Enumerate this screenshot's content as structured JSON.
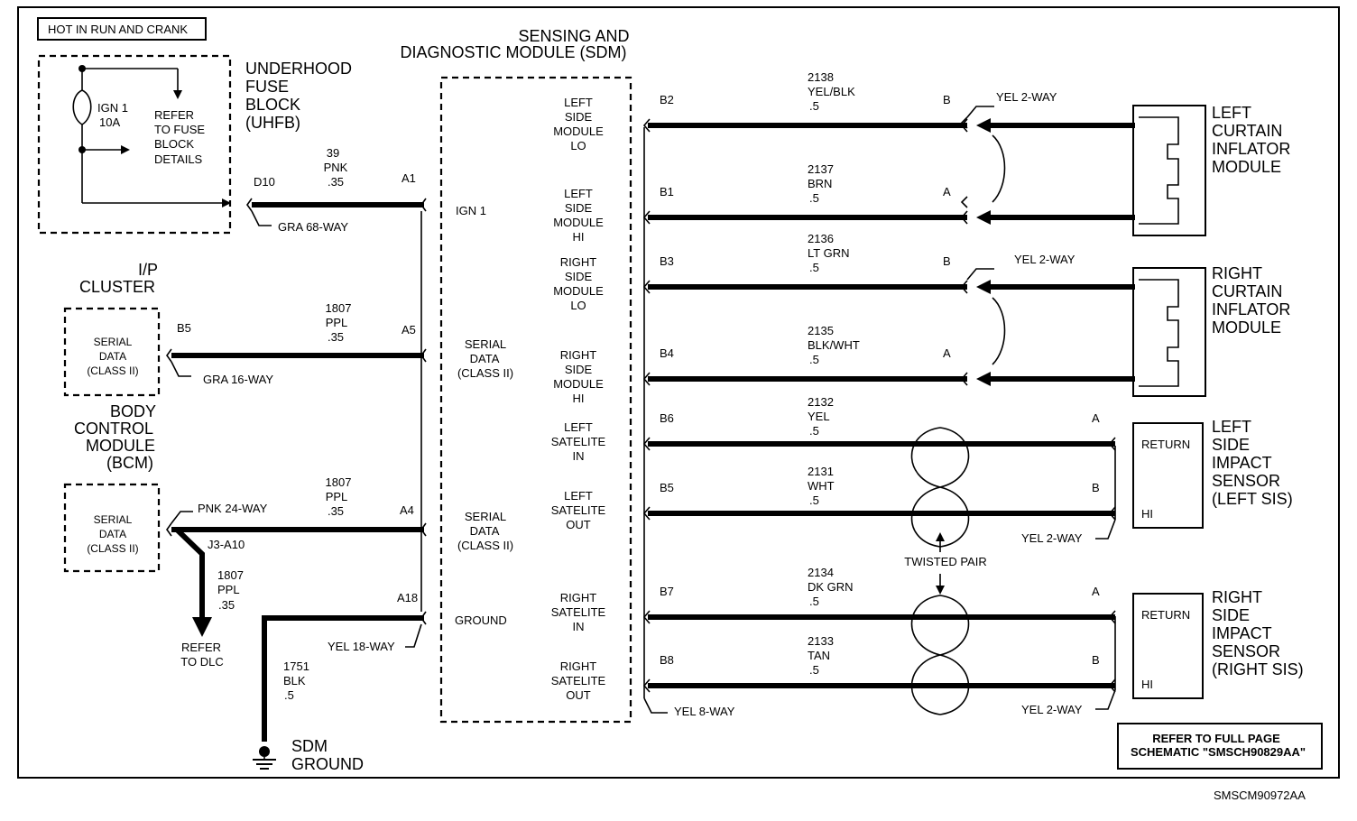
{
  "header": {
    "hot_label": "HOT IN RUN AND CRANK"
  },
  "uhfb": {
    "title": [
      "UNDERHOOD",
      "FUSE",
      "BLOCK",
      "(UHFB)"
    ],
    "fuse_label": [
      "IGN 1",
      "10A"
    ],
    "refer_label": [
      "REFER",
      "TO FUSE",
      "BLOCK",
      "DETAILS"
    ],
    "pin": "D10",
    "connector": "GRA 68-WAY"
  },
  "ign_wire": {
    "circuit": "39",
    "color": "PNK",
    "gauge": ".35",
    "sdm_pin": "A1"
  },
  "ip_cluster": {
    "title": [
      "I/P",
      "CLUSTER"
    ],
    "box_label": [
      "SERIAL",
      "DATA",
      "(CLASS II)"
    ],
    "pin": "B5",
    "connector": "GRA 16-WAY"
  },
  "ip_wire": {
    "circuit": "1807",
    "color": "PPL",
    "gauge": ".35",
    "sdm_pin": "A5"
  },
  "bcm": {
    "title": [
      "BODY",
      "CONTROL",
      "MODULE",
      "(BCM)"
    ],
    "box_label": [
      "SERIAL",
      "DATA",
      "(CLASS II)"
    ],
    "connector": "PNK 24-WAY",
    "splice": "J3-A10"
  },
  "bcm_wire": {
    "circuit": "1807",
    "color": "PPL",
    "gauge": ".35",
    "sdm_pin": "A4"
  },
  "dlc_branch": {
    "circuit": "1807",
    "color": "PPL",
    "gauge": ".35",
    "refer": [
      "REFER",
      "TO DLC"
    ]
  },
  "ground_wire": {
    "sdm_pin": "A18",
    "connector": "YEL 18-WAY",
    "circuit": "1751",
    "color": "BLK",
    "gauge": ".5",
    "ground_label": [
      "SDM",
      "GROUND"
    ]
  },
  "sdm": {
    "title": [
      "SENSING AND",
      "DIAGNOSTIC MODULE (SDM)"
    ],
    "left_labels": {
      "ign": "IGN 1",
      "serial1": [
        "SERIAL",
        "DATA",
        "(CLASS II)"
      ],
      "serial2": [
        "SERIAL",
        "DATA",
        "(CLASS II)"
      ],
      "ground": "GROUND"
    },
    "right_labels": [
      [
        "LEFT",
        "SIDE",
        "MODULE",
        "LO"
      ],
      [
        "LEFT",
        "SIDE",
        "MODULE",
        "HI"
      ],
      [
        "RIGHT",
        "SIDE",
        "MODULE",
        "LO"
      ],
      [
        "RIGHT",
        "SIDE",
        "MODULE",
        "HI"
      ],
      [
        "LEFT",
        "SATELITE",
        "IN"
      ],
      [
        "LEFT",
        "SATELITE",
        "OUT"
      ],
      [
        "RIGHT",
        "SATELITE",
        "IN"
      ],
      [
        "RIGHT",
        "SATELITE",
        "OUT"
      ]
    ],
    "connector": "YEL 8-WAY"
  },
  "right_wires": [
    {
      "pin": "B2",
      "circuit": "2138",
      "color": "YEL/BLK",
      "gauge": ".5",
      "end_pin": "B"
    },
    {
      "pin": "B1",
      "circuit": "2137",
      "color": "BRN",
      "gauge": ".5",
      "end_pin": "A"
    },
    {
      "pin": "B3",
      "circuit": "2136",
      "color": "LT GRN",
      "gauge": ".5",
      "end_pin": "B"
    },
    {
      "pin": "B4",
      "circuit": "2135",
      "color": "BLK/WHT",
      "gauge": ".5",
      "end_pin": "A"
    },
    {
      "pin": "B6",
      "circuit": "2132",
      "color": "YEL",
      "gauge": ".5",
      "end_pin": "A"
    },
    {
      "pin": "B5",
      "circuit": "2131",
      "color": "WHT",
      "gauge": ".5",
      "end_pin": "B"
    },
    {
      "pin": "B7",
      "circuit": "2134",
      "color": "DK GRN",
      "gauge": ".5",
      "end_pin": "A"
    },
    {
      "pin": "B8",
      "circuit": "2133",
      "color": "TAN",
      "gauge": ".5",
      "end_pin": "B"
    }
  ],
  "components": {
    "left_curtain": {
      "title": [
        "LEFT",
        "CURTAIN",
        "INFLATOR",
        "MODULE"
      ],
      "connector": "YEL 2-WAY"
    },
    "right_curtain": {
      "title": [
        "RIGHT",
        "CURTAIN",
        "INFLATOR",
        "MODULE"
      ],
      "connector": "YEL 2-WAY"
    },
    "left_sis": {
      "title": [
        "LEFT",
        "SIDE",
        "IMPACT",
        "SENSOR",
        "(LEFT SIS)"
      ],
      "return": "RETURN",
      "hi": "HI",
      "connector": "YEL 2-WAY"
    },
    "right_sis": {
      "title": [
        "RIGHT",
        "SIDE",
        "IMPACT",
        "SENSOR",
        "(RIGHT SIS)"
      ],
      "return": "RETURN",
      "hi": "HI",
      "connector": "YEL 2-WAY"
    }
  },
  "twisted_pair": "TWISTED PAIR",
  "footer": {
    "refer_box": [
      "REFER TO FULL PAGE",
      "SCHEMATIC \"SMSCH90829AA\""
    ],
    "code": "SMSCM90972AA"
  }
}
